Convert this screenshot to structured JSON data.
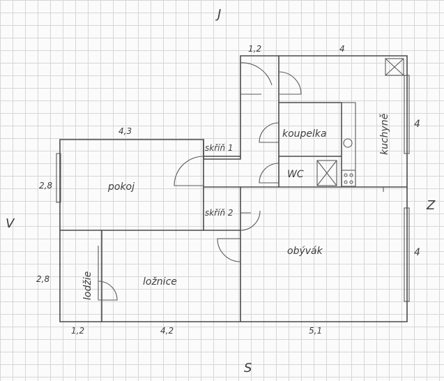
{
  "compass": {
    "north": "J",
    "south": "S",
    "west": "V",
    "east": "Z"
  },
  "rooms": {
    "pokoj": "pokoj",
    "loznice": "ložnice",
    "lodzie": "lodžie",
    "obyvak": "obývák",
    "kuchyne": "kuchyně",
    "koupelna": "koupelka",
    "wc": "WC",
    "skrin1": "skříň 1",
    "skrin2": "skříň 2"
  },
  "dimensions": {
    "top_hall": "1,2",
    "top_kitchen": "4",
    "pokoj_width": "4,3",
    "pokoj_height": "2,8",
    "loznice_height": "2,8",
    "kuchyne_height": "4",
    "obyvak_height": "4",
    "bottom_lodzie": "1,2",
    "bottom_loznice": "4,2",
    "bottom_obyvak": "5,1"
  }
}
